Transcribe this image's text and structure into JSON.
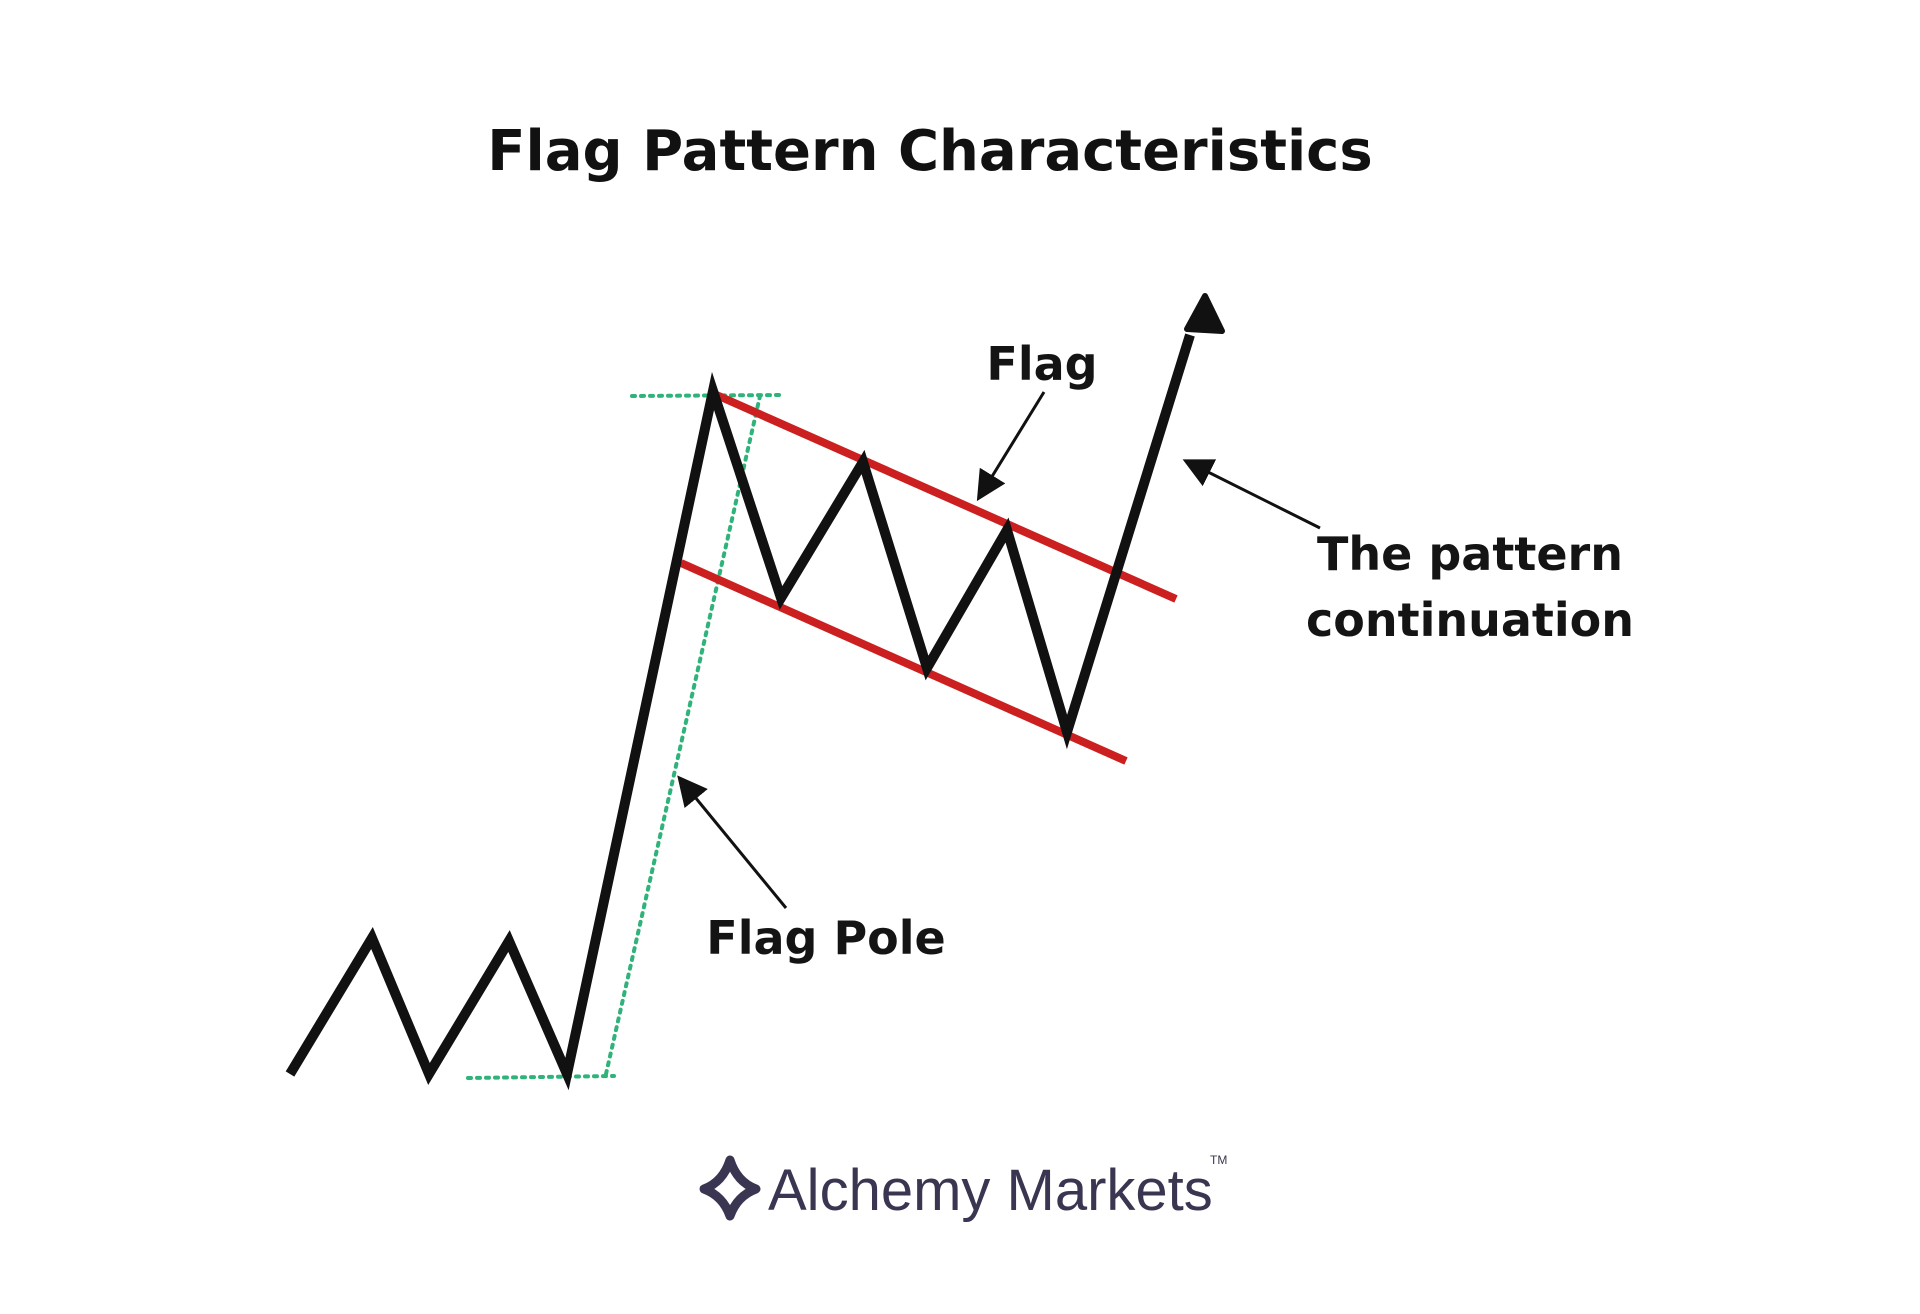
{
  "title": "Flag Pattern Characteristics",
  "labels": {
    "flag": "Flag",
    "flag_pole": "Flag Pole",
    "continuation_line1": "The pattern",
    "continuation_line2": "continuation"
  },
  "brand": {
    "name": "Alchemy Markets",
    "trademark": "TM",
    "logo_icon": "four-point-star-icon"
  },
  "colors": {
    "price_line": "#111111",
    "flag_channel": "#cc1f1f",
    "pole_guide": "#2fb37a",
    "brand": "#3a3550",
    "background": "#ffffff"
  }
}
